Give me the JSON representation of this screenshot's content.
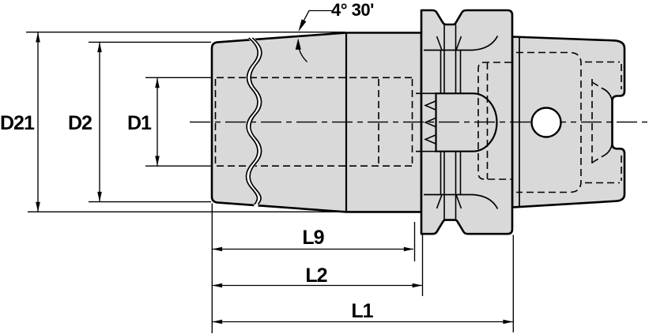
{
  "diagram": {
    "title": "shrink-fit toolholder technical drawing",
    "labels": {
      "d21": "D21",
      "d2": "D2",
      "d1": "D1",
      "l9": "L9",
      "l2": "L2",
      "l1": "L1",
      "angle": "4° 30'"
    },
    "colors": {
      "body_fill": "#d9d9d9",
      "line": "#000000",
      "background": "#ffffff"
    }
  }
}
